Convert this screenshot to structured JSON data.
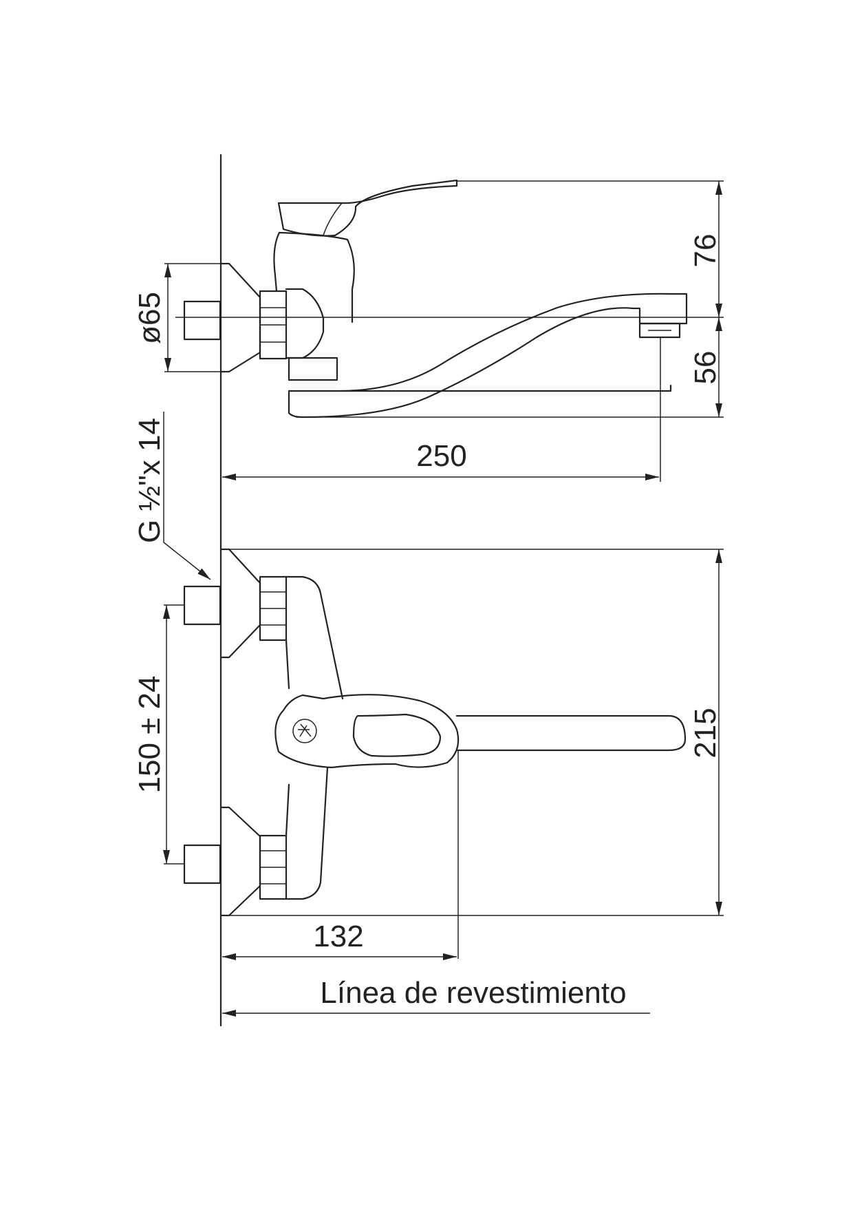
{
  "dimensions": {
    "top_height": "76",
    "spout_height": "56",
    "flange_diameter": "ø65",
    "projection_top": "250",
    "connection_thread": "G ½\"x 14",
    "inlet_spacing": "150 ± 24",
    "overall_height": "215",
    "projection_front": "132"
  },
  "wall_line_label": "Línea de revestimiento"
}
